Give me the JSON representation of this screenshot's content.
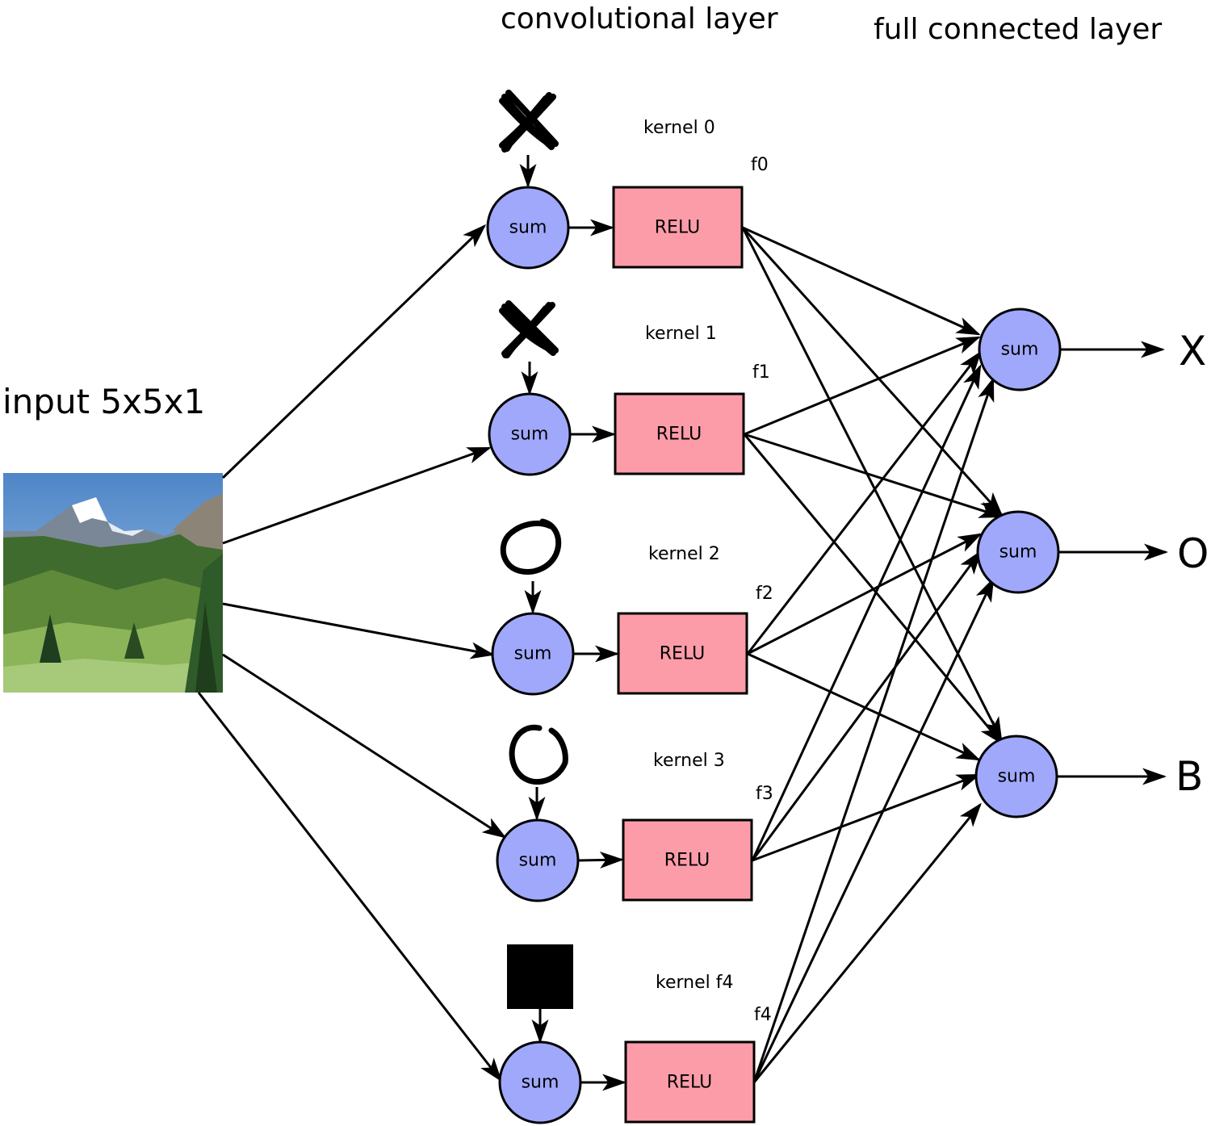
{
  "headers": {
    "conv": "convolutional layer",
    "fc": "full connected layer"
  },
  "input": {
    "label": "input 5x5x1",
    "image": "mountain-landscape-photo"
  },
  "kernels": [
    {
      "label": "kernel 0",
      "f": "f0",
      "symbol": "x-mark",
      "sum": "sum",
      "relu": "RELU"
    },
    {
      "label": "kernel 1",
      "f": "f1",
      "symbol": "x-mark",
      "sum": "sum",
      "relu": "RELU"
    },
    {
      "label": "kernel 2",
      "f": "f2",
      "symbol": "circle-mark",
      "sum": "sum",
      "relu": "RELU"
    },
    {
      "label": "kernel 3",
      "f": "f3",
      "symbol": "circle-mark",
      "sum": "sum",
      "relu": "RELU"
    },
    {
      "label": "kernel f4",
      "f": "f4",
      "symbol": "filled-square",
      "sum": "sum",
      "relu": "RELU"
    }
  ],
  "outputs": [
    {
      "sum": "sum",
      "label": "X"
    },
    {
      "sum": "sum",
      "label": "O"
    },
    {
      "sum": "sum",
      "label": "B"
    }
  ],
  "colors": {
    "sum_fill": "#a0a8fc",
    "relu_fill": "#fd9ca9",
    "stroke": "#000000"
  }
}
